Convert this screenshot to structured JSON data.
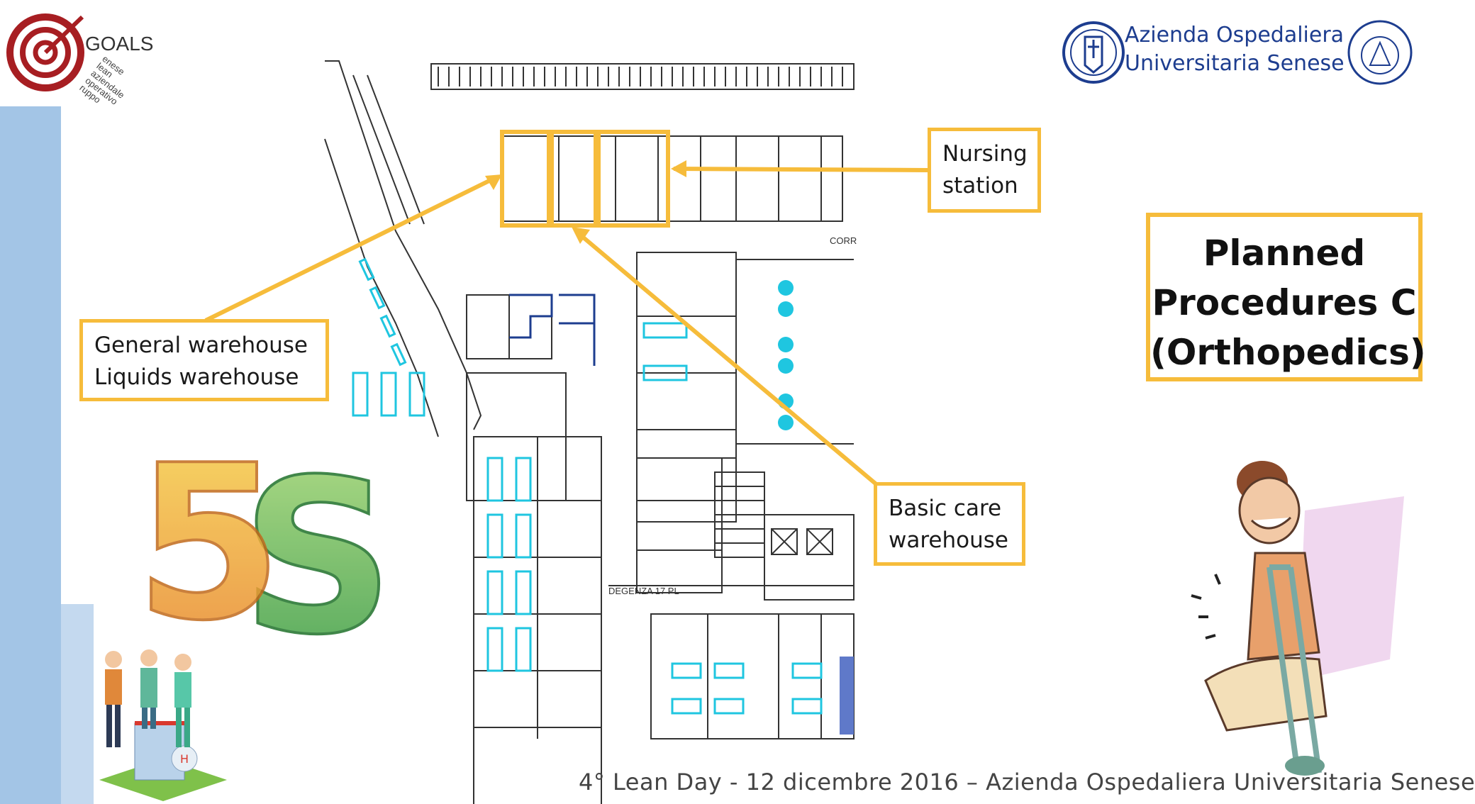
{
  "logo": {
    "title": "GOALS",
    "lines": [
      "enese",
      "lean",
      "aziendale",
      "operativo",
      "ruppo"
    ]
  },
  "hospital": {
    "line1": "Azienda Ospedaliera",
    "line2": "Universitaria Senese"
  },
  "plan": {
    "label_1": "DEGENZA 17 PL",
    "label_2": "CORR"
  },
  "callouts": {
    "nursing": [
      "Nursing",
      "station"
    ],
    "general": [
      "General warehouse",
      "Liquids warehouse"
    ],
    "basic": [
      "Basic care",
      "warehouse"
    ]
  },
  "planned": [
    "Planned",
    "Procedures C",
    "(Orthopedics)"
  ],
  "five_s": "5S",
  "footer": "4° Lean Day - 12 dicembre 2016 – Azienda Ospedaliera Universitaria Senese",
  "colors": {
    "accent": "#f6bc3b",
    "sidebar": "#a3c5e6",
    "hospital_blue": "#1d3d8f",
    "plan_cyan": "#1fc6e0"
  }
}
